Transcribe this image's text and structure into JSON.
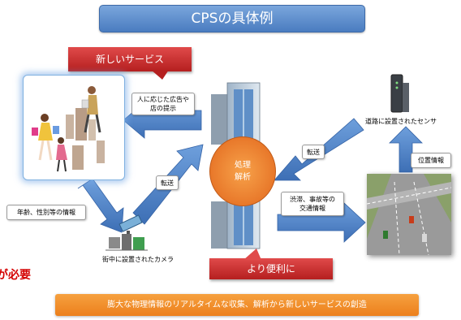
{
  "title": "CPSの具体例",
  "banners": {
    "new_service": "新しいサービス",
    "more_convenient": "より便利に"
  },
  "labels": {
    "ad_display": [
      "人に応じた広告や",
      "店の提示"
    ],
    "transfer_left": "転送",
    "transfer_right": "転送",
    "age_gender": "年齢、性別等の情報",
    "camera": "街中に設置されたカメラ",
    "road_sensor": "道路に設置されたセンサ",
    "position_info": "位置情報",
    "traffic_info": [
      "渋滞、事故等の",
      "交通情報"
    ],
    "process": [
      "処理",
      "解析"
    ]
  },
  "left_cut_text": "が必要",
  "bottom_bar": "膨大な物理情報のリアルタイムな収集、解析から新しいサービスの創造",
  "colors": {
    "arrow_blue": "#4a7fc4",
    "banner_red": "#c62828",
    "accent_orange": "#ef8a24",
    "title_blue": "#5b8bd0"
  }
}
